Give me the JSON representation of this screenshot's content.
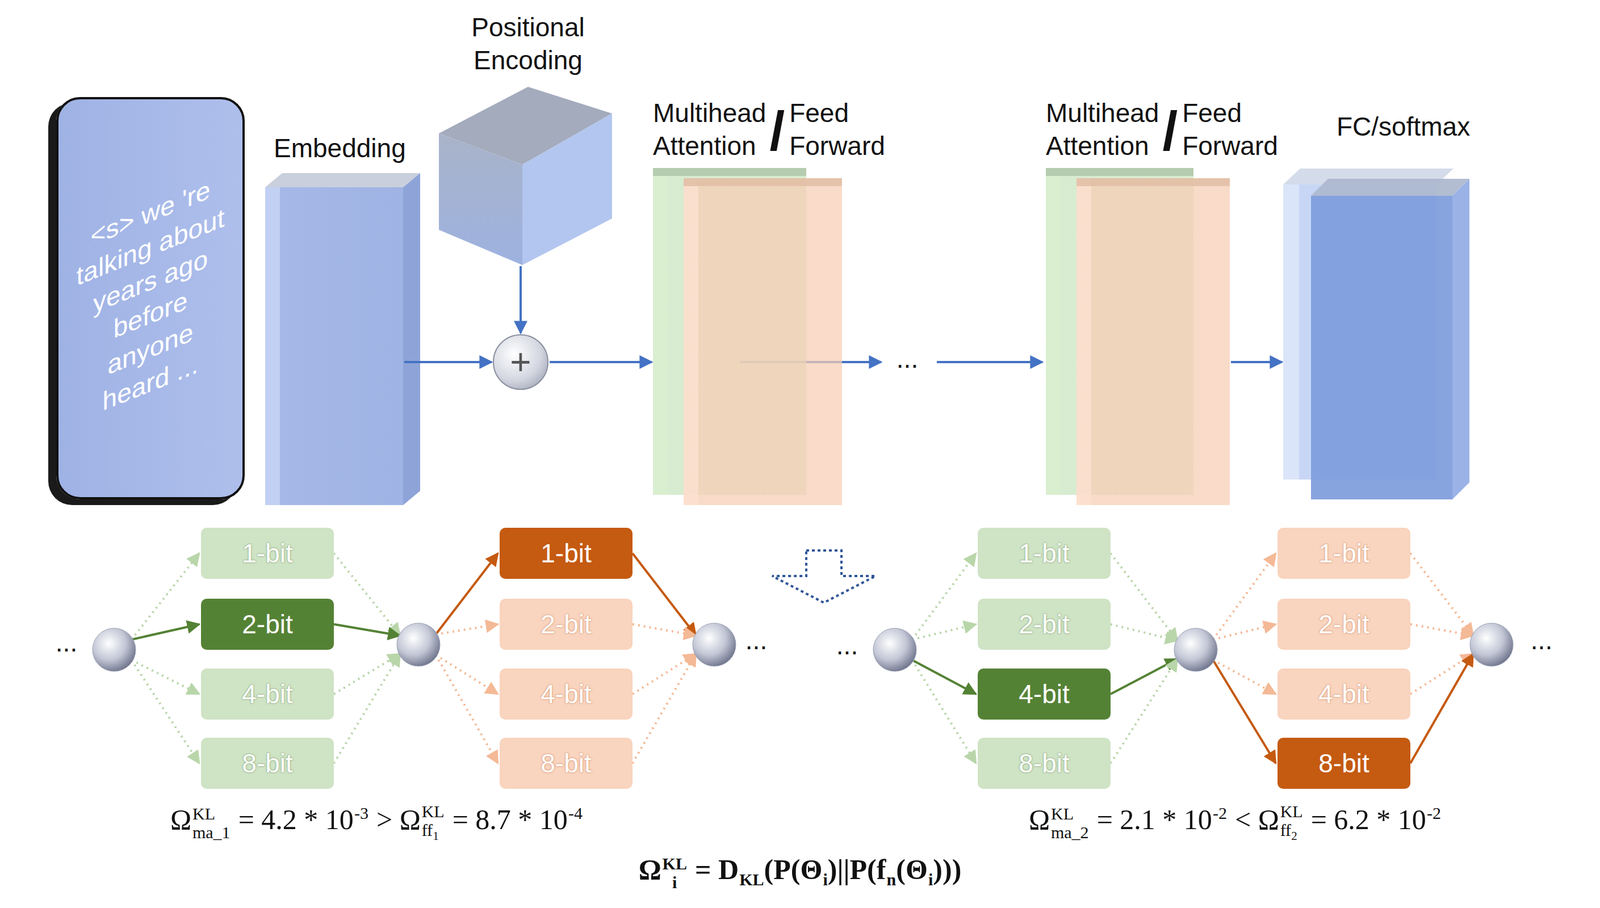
{
  "diagram": {
    "nodes": [
      {
        "text": [
          "<s> we 're talking about years ago before anyone heard ..."
        ]
      },
      {
        "text": [
          "Embedding"
        ]
      },
      {
        "text": [
          "Positional Encoding"
        ]
      },
      {
        "text": [
          "+"
        ]
      },
      {
        "text": [
          "Multihead Attention"
        ]
      },
      {
        "text": [
          "Feed Forward"
        ]
      },
      {
        "text": [
          "Multihead Attention"
        ]
      },
      {
        "text": [
          "Feed Forward"
        ]
      },
      {
        "text": [
          "FC/softmax"
        ]
      },
      {
        "text": [
          "1-bit"
        ]
      },
      {
        "text": [
          "2-bit"
        ]
      },
      {
        "text": [
          "4-bit"
        ]
      },
      {
        "text": [
          "8-bit"
        ]
      },
      {
        "text": [
          "1-bit"
        ]
      },
      {
        "text": [
          "2-bit"
        ]
      },
      {
        "text": [
          "4-bit"
        ]
      },
      {
        "text": [
          "8-bit"
        ]
      },
      {
        "text": [
          "1-bit"
        ]
      },
      {
        "text": [
          "2-bit"
        ]
      },
      {
        "text": [
          "4-bit"
        ]
      },
      {
        "text": [
          "8-bit"
        ]
      },
      {
        "text": [
          "1-bit"
        ]
      },
      {
        "text": [
          "2-bit"
        ]
      },
      {
        "text": [
          "4-bit"
        ]
      },
      {
        "text": [
          "8-bit"
        ]
      }
    ],
    "edges": [
      {
        "from": 1,
        "to": 3,
        "arrow": "to"
      },
      {
        "from": 2,
        "to": 3,
        "arrow": "to"
      },
      {
        "from": 3,
        "to": 4,
        "arrow": "to"
      },
      {
        "from": 7,
        "to": 8,
        "arrow": "to"
      }
    ],
    "labels": [
      "/",
      "/",
      "...",
      "...",
      "...",
      "...",
      "...",
      "Ω",
      "KL",
      "ma_1",
      "= 4.2 * 10",
      "-3",
      "> Ω",
      "KL",
      "ff",
      "1",
      "= 8.7 * 10",
      "-4",
      "Ω",
      "KL",
      "ma_2",
      "= 2.1 * 10",
      "-2",
      "< Ω",
      "KL",
      "ff",
      "2",
      "= 6.2 * 10",
      "-2",
      "Ω",
      "KL",
      "i",
      "= D",
      "KL",
      "(P(",
      "Θ",
      "i",
      ")||",
      "P(",
      "f",
      "n",
      "(",
      "Θ",
      "i",
      ")))"
    ]
  }
}
